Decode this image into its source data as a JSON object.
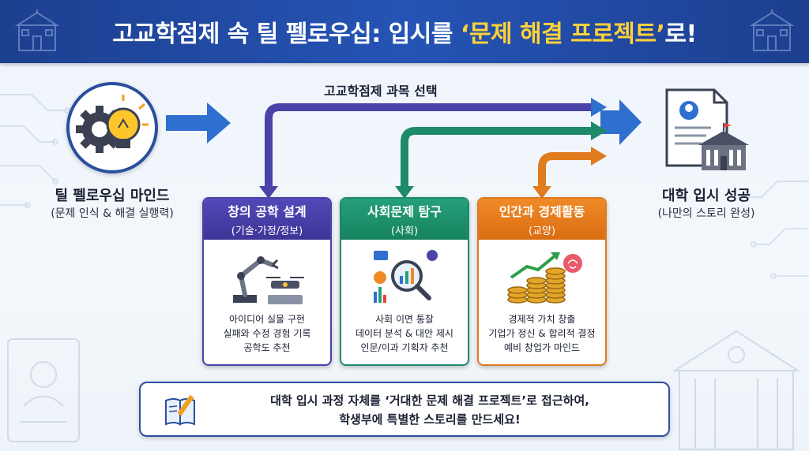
{
  "header": {
    "title_prefix": "고교학점제 속 틸 펠로우십: 입시를 ",
    "title_highlight": "‘문제 해결 프로젝트’",
    "title_suffix": "로!"
  },
  "mindset": {
    "title": "틸 펠로우십 마인드",
    "subtitle": "(문제 인식 & 해결 실행력)",
    "icon": "gear-lightbulb-icon"
  },
  "flow": {
    "label": "고교학점제 과목 선택"
  },
  "cards": [
    {
      "title": "창의 공학 설계",
      "subtitle": "(기술·가정/정보)",
      "icon": "robot-arm-drone-icon",
      "color": "#4a43a8",
      "lines": [
        "아이디어 실물 구현",
        "실패와 수정 경험 기록",
        "공학도 추천"
      ]
    },
    {
      "title": "사회문제 탐구",
      "subtitle": "(사회)",
      "icon": "data-analysis-magnifier-icon",
      "color": "#1f8a6a",
      "lines": [
        "사회 이면 통찰",
        "데이터 분석 & 대안 제시",
        "인문/이과 기획자 추천"
      ]
    },
    {
      "title": "인간과 경제활동",
      "subtitle": "(교양)",
      "icon": "coins-growth-brain-icon",
      "color": "#e07b1e",
      "lines": [
        "경제적 가치 창출",
        "기업가 정신 & 합리적 결정",
        "예비 창업가 마인드"
      ]
    }
  ],
  "result": {
    "title": "대학 입시 성공",
    "subtitle": "(나만의 스토리 완성)",
    "icon": "resume-university-icon"
  },
  "banner": {
    "line1": "대학 입시 과정 자체를 ‘거대한 문제 해결 프로젝트’로 접근하여,",
    "line2": "학생부에 특별한 스토리를 만드세요!",
    "icon": "notebook-pencil-icon"
  },
  "colors": {
    "header": "#2554b5",
    "highlight": "#ffd23a",
    "arrow_blue": "#2f6fcf",
    "arrow_purple": "#4a43a8",
    "arrow_green": "#1f8a6a",
    "arrow_orange": "#e07b1e"
  }
}
